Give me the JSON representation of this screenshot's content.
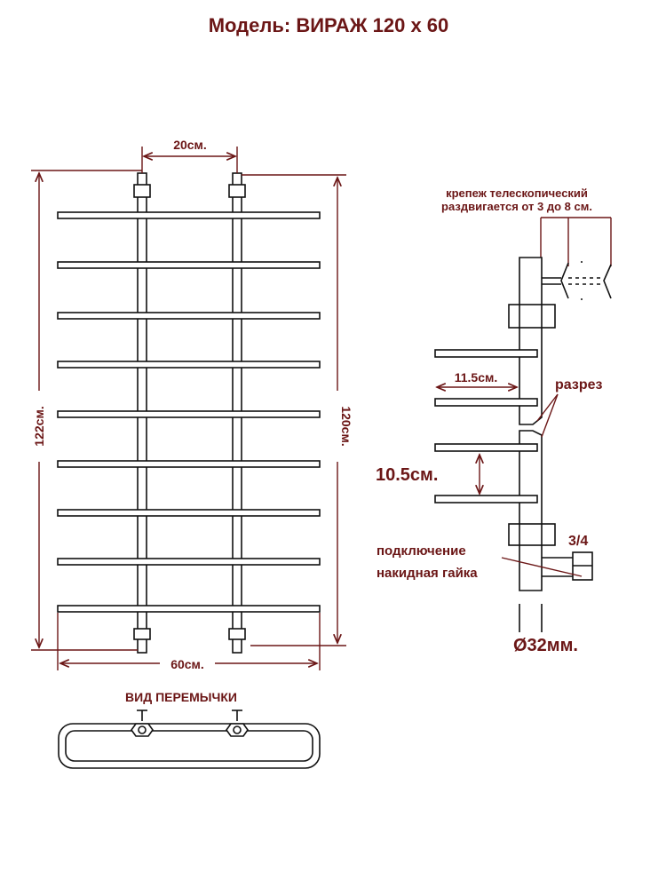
{
  "title": "Модель: ВИРАЖ 120 х 60",
  "front_view": {
    "pipe_spacing": "20см.",
    "total_height": "122см.",
    "center_height": "120см.",
    "width": "60см."
  },
  "bridge_view": {
    "label": "ВИД ПЕРЕМЫЧКИ"
  },
  "side_view": {
    "mount_label_line1": "крепеж телескопический",
    "mount_label_line2": "раздвигается от 3 до 8 см.",
    "rung_depth": "11.5см.",
    "cut_label": "разрез",
    "rung_spacing": "10.5см.",
    "connection_line1": "подключение",
    "connection_line2": "накидная гайка",
    "thread": "3/4",
    "diameter": "Ø32мм."
  },
  "colors": {
    "text": "#6b1616",
    "lines": "#111111"
  }
}
